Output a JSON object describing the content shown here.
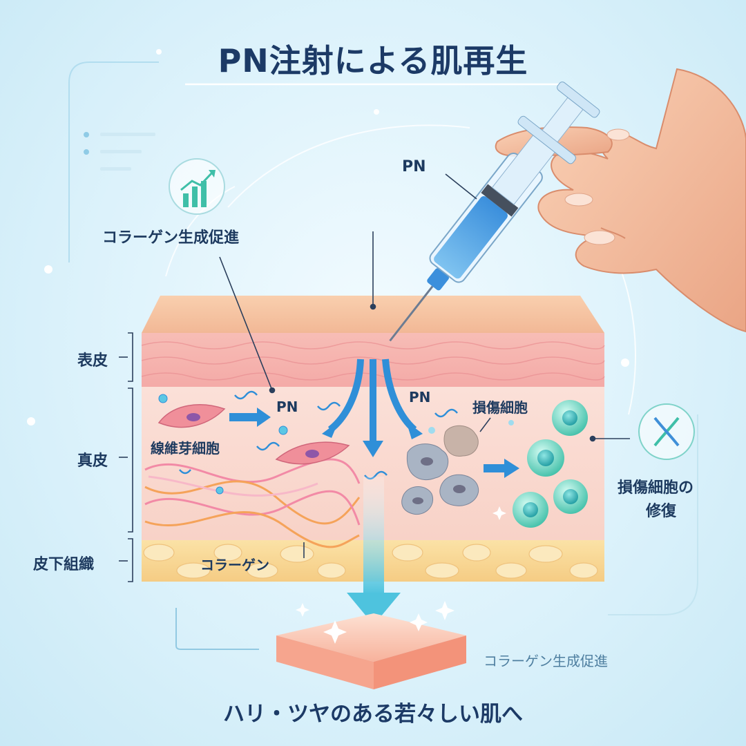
{
  "title": "PN注射による肌再生",
  "labels": {
    "pn_syringe": "PN",
    "collagen_promotion": "コラーゲン生成促進",
    "epidermis": "表皮",
    "dermis": "真皮",
    "subcutaneous": "皮下組織",
    "fibroblast": "線維芽細胞",
    "pn_left": "PN",
    "pn_right": "PN",
    "damaged_cell": "損傷細胞",
    "repair_line1": "損傷細胞の",
    "repair_line2": "修復",
    "collagen": "コラーゲン",
    "collagen_promotion_bottom": "コラーゲン生成促進",
    "result": "ハリ・ツヤのある若々しい肌へ"
  },
  "icons": {
    "growth": "growth-chart-icon",
    "dna": "dna-icon"
  },
  "colors": {
    "title": "#1c3a66",
    "accent_teal": "#3fbfa8",
    "arrow_blue": "#2f8fd8",
    "skin": "#f7c6b8"
  }
}
